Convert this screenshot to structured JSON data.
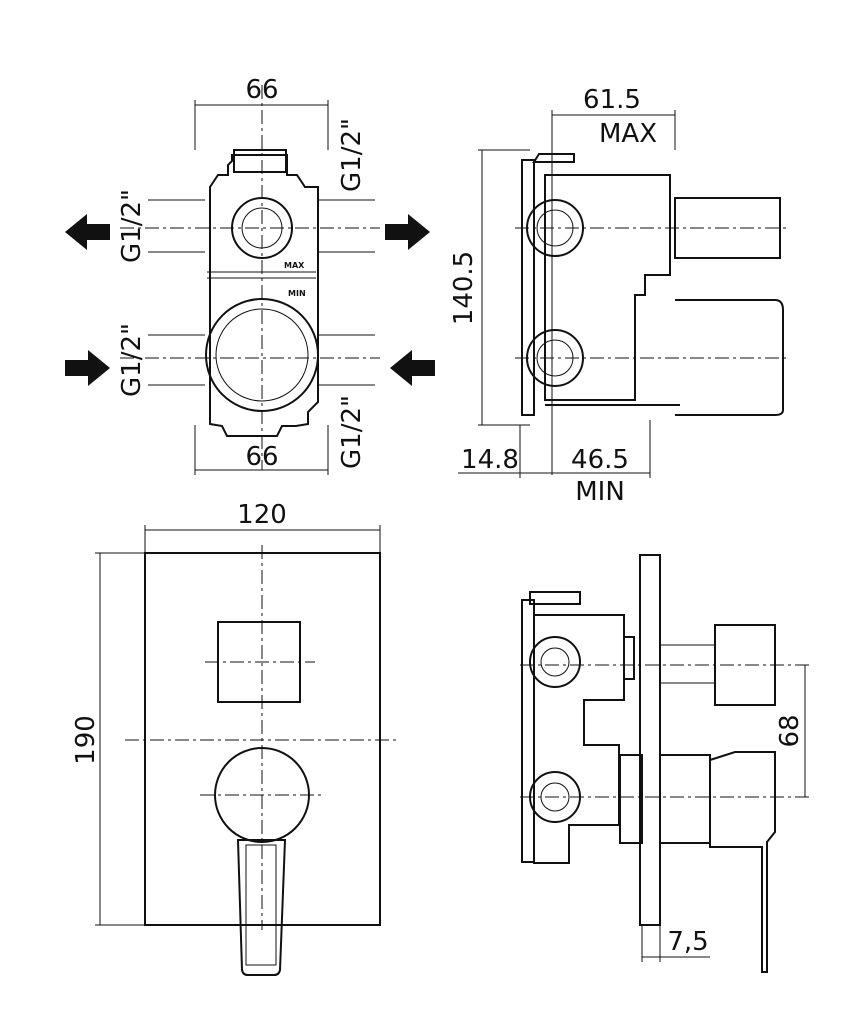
{
  "front_view_valve": {
    "width_top": "66",
    "width_bottom": "66",
    "connections": [
      "G1/2\"",
      "G1/2\"",
      "G1/2\"",
      "G1/2\""
    ],
    "marks": {
      "max": "MAX",
      "min": "MIN"
    }
  },
  "side_view_valve": {
    "depth_max": "61.5",
    "max_label": "MAX",
    "height": "140.5",
    "offset": "14.8",
    "depth_min": "46.5",
    "min_label": "MIN"
  },
  "front_view_plate": {
    "width": "120",
    "height": "190"
  },
  "side_view_assembly": {
    "axis_distance": "68",
    "plate_thickness": "7,5"
  }
}
